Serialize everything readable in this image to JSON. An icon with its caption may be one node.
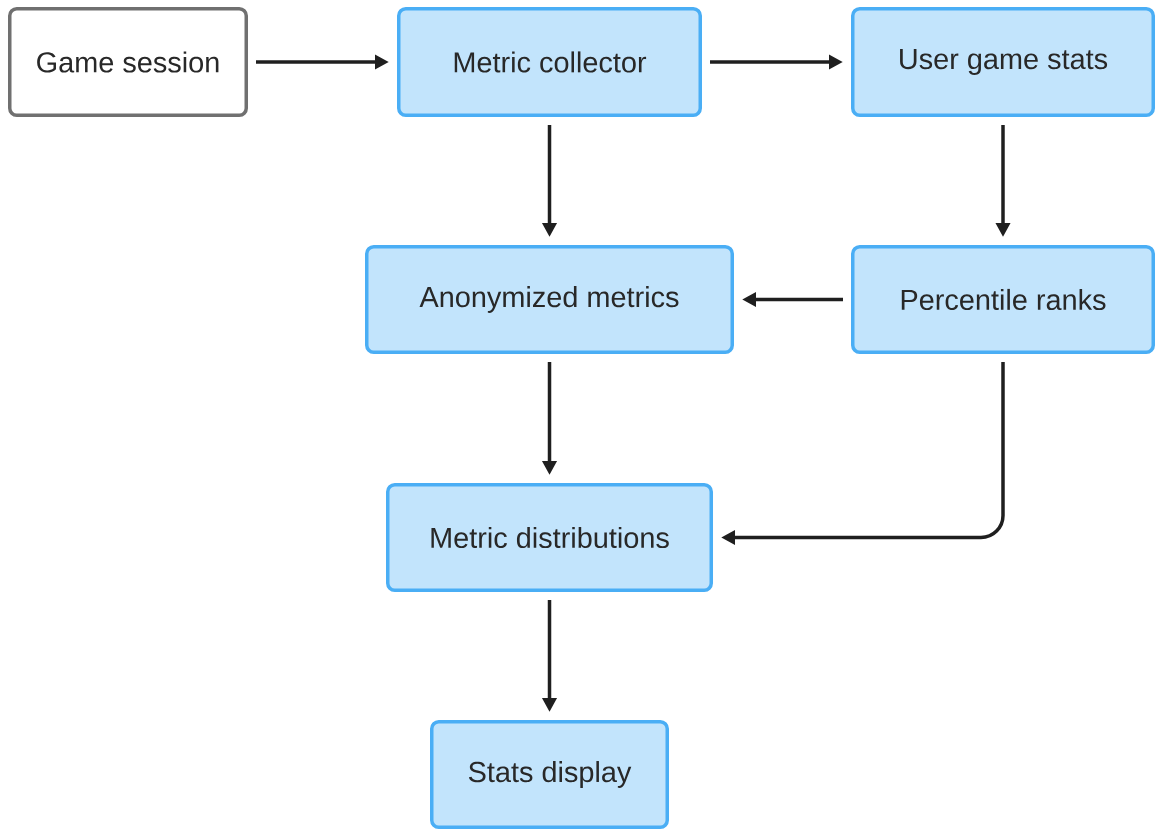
{
  "diagram": {
    "nodes": [
      {
        "text": [
          "Game session"
        ]
      },
      {
        "text": [
          "Metric collector"
        ]
      },
      {
        "text": [
          "User game stats"
        ]
      },
      {
        "text": [
          "Anonymized metrics"
        ]
      },
      {
        "text": [
          "Percentile ranks"
        ]
      },
      {
        "text": [
          "Metric distributions"
        ]
      },
      {
        "text": [
          "Stats display"
        ]
      }
    ],
    "edges": [
      {
        "from": 0,
        "to": 1,
        "arrow": "to"
      },
      {
        "from": 1,
        "to": 2,
        "arrow": "to"
      },
      {
        "from": 1,
        "to": 3,
        "arrow": "to"
      },
      {
        "from": 2,
        "to": 4,
        "arrow": "to"
      },
      {
        "from": 4,
        "to": 3,
        "arrow": "to"
      },
      {
        "from": 3,
        "to": 5,
        "arrow": "to"
      },
      {
        "from": 4,
        "to": 5,
        "arrow": "to"
      },
      {
        "from": 5,
        "to": 6,
        "arrow": "to"
      }
    ]
  }
}
